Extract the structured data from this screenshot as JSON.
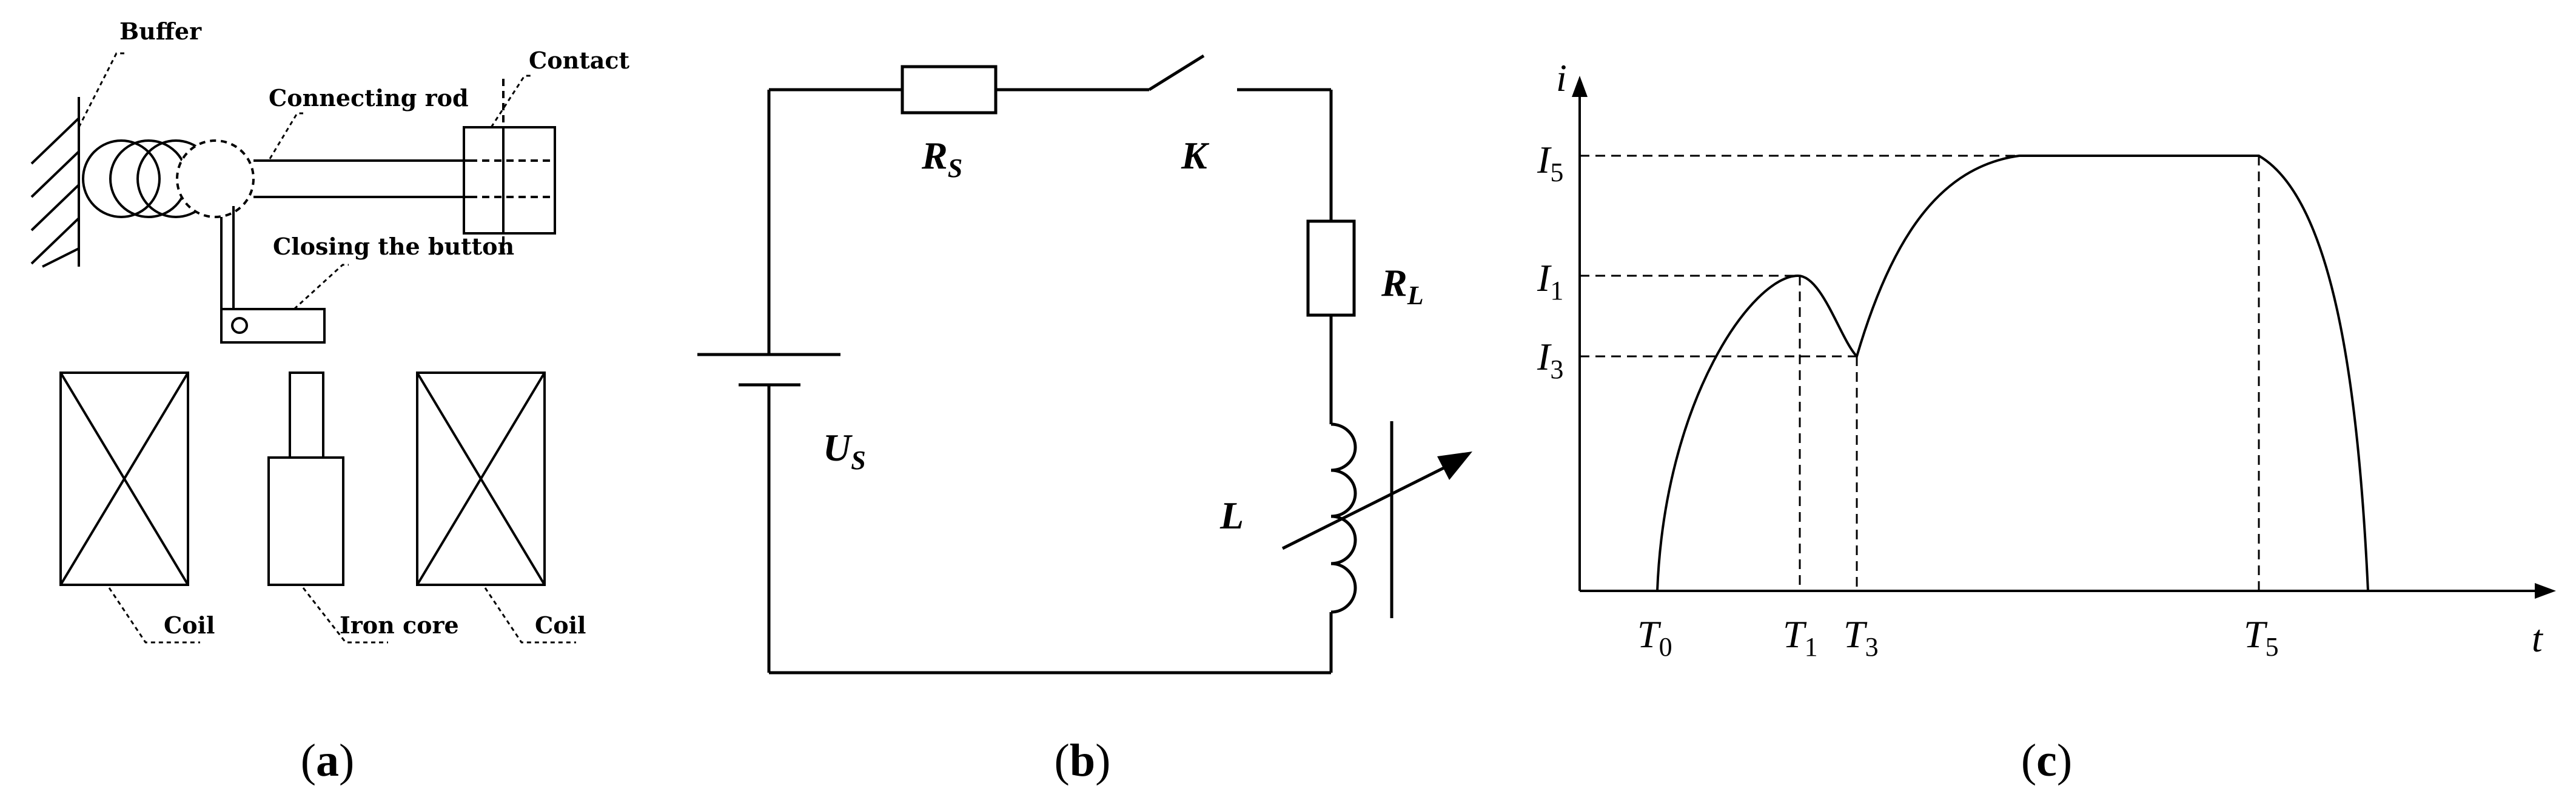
{
  "panel_a": {
    "labels": {
      "buffer": "Buffer",
      "contact": "Contact",
      "connecting_rod": "Connecting rod",
      "closing_button": "Closing the button",
      "coil_left": "Coil",
      "iron_core": "Iron core",
      "coil_right": "Coil"
    },
    "caption": {
      "open": "(",
      "letter": "a",
      "close": ")"
    }
  },
  "panel_b": {
    "labels": {
      "rs_main": "R",
      "rs_sub": "S",
      "k": "K",
      "rl_main": "R",
      "rl_sub": "L",
      "us_main": "U",
      "us_sub": "S",
      "l": "L"
    },
    "caption": {
      "open": "(",
      "letter": "b",
      "close": ")"
    }
  },
  "panel_c": {
    "axis_y": "i",
    "axis_x": "t",
    "y_marks": [
      {
        "main": "I",
        "sub": "5"
      },
      {
        "main": "I",
        "sub": "1"
      },
      {
        "main": "I",
        "sub": "3"
      }
    ],
    "x_marks": [
      {
        "main": "T",
        "sub": "0"
      },
      {
        "main": "T",
        "sub": "1"
      },
      {
        "main": "T",
        "sub": "3"
      },
      {
        "main": "T",
        "sub": "5"
      }
    ],
    "caption": {
      "open": "(",
      "letter": "c",
      "close": ")"
    }
  }
}
